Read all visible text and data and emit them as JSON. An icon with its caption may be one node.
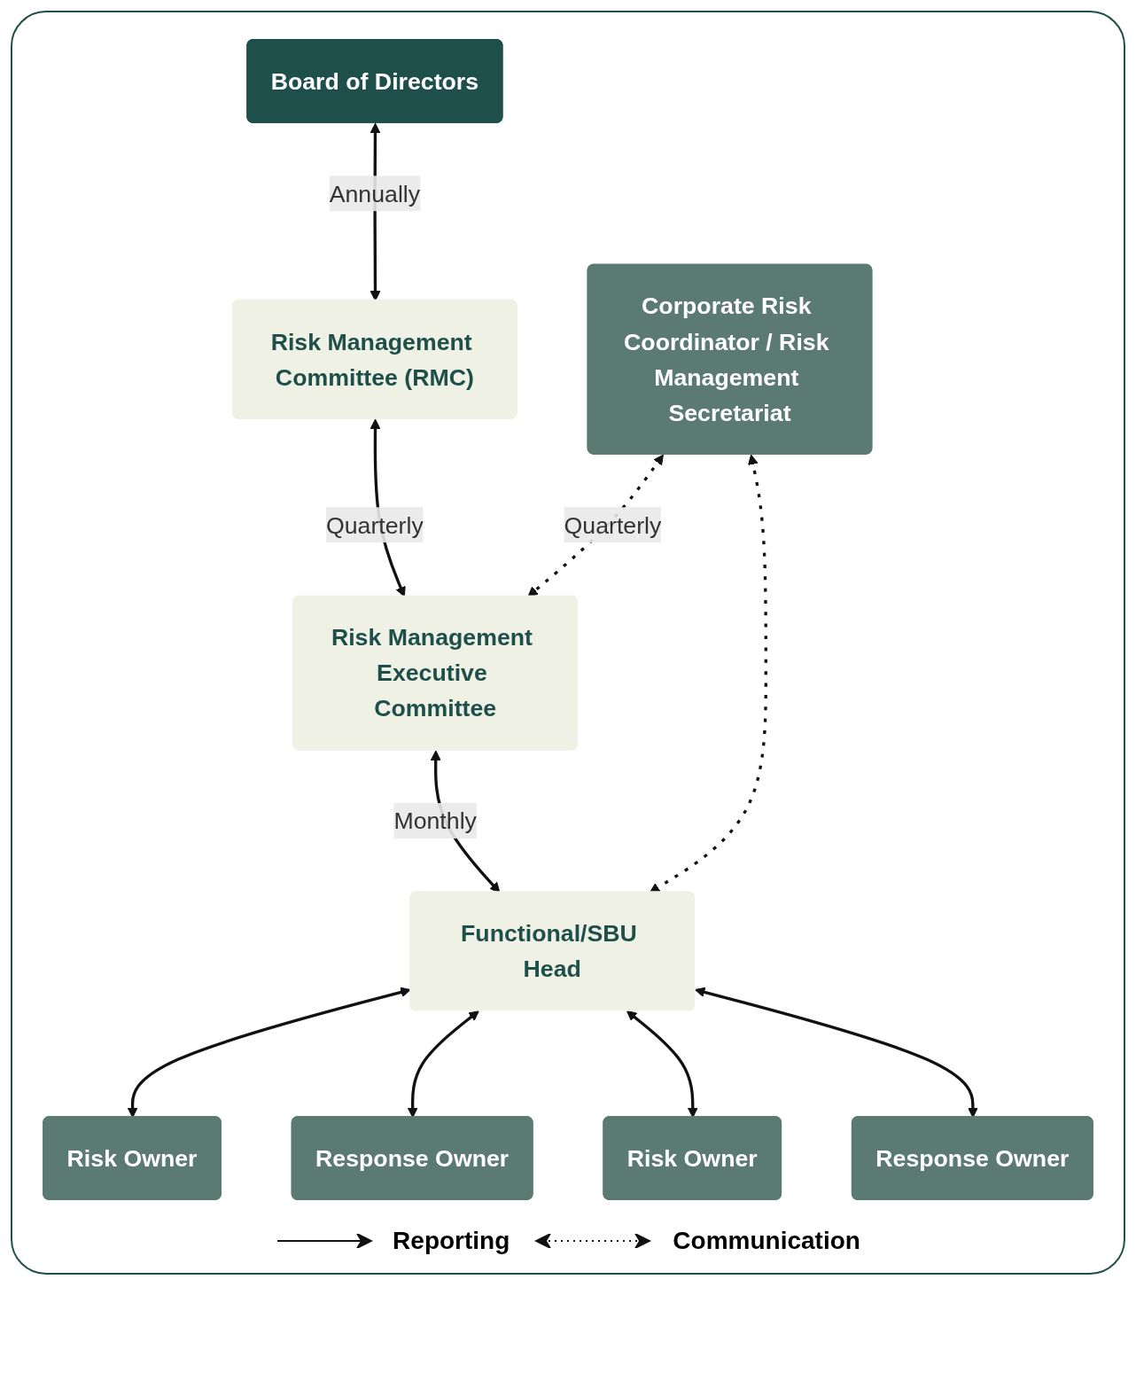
{
  "diagram": {
    "nodes": [
      {
        "text": [
          "Board of Directors"
        ]
      },
      {
        "text": [
          "Risk Management Committee (RMC)"
        ]
      },
      {
        "text": [
          "Corporate Risk Coordinator / Risk Management Secretariat"
        ]
      },
      {
        "text": [
          "Risk Management Executive Committee"
        ]
      },
      {
        "text": [
          "Functional/SBU Head"
        ]
      },
      {
        "text": [
          "Risk Owner"
        ]
      },
      {
        "text": [
          "Response Owner"
        ]
      },
      {
        "text": [
          "Risk Owner"
        ]
      },
      {
        "text": [
          "Response Owner"
        ]
      }
    ],
    "edges": [
      {
        "from": 0,
        "to": 1,
        "arrow": "both",
        "label": "Annually"
      },
      {
        "from": 1,
        "to": 3,
        "arrow": "both",
        "label": "Quarterly"
      },
      {
        "from": 2,
        "to": 3,
        "arrow": "both",
        "label": "Quarterly",
        "style": "dashed"
      },
      {
        "from": 3,
        "to": 4,
        "arrow": "both",
        "label": "Monthly"
      },
      {
        "from": 2,
        "to": 4,
        "arrow": "both",
        "style": "dashed"
      },
      {
        "from": 4,
        "to": 5,
        "arrow": "both"
      },
      {
        "from": 4,
        "to": 6,
        "arrow": "both"
      },
      {
        "from": 4,
        "to": 7,
        "arrow": "both"
      },
      {
        "from": 4,
        "to": 8,
        "arrow": "both"
      }
    ],
    "legend": [
      {
        "text": "Reporting"
      },
      {
        "text": "Communication"
      }
    ]
  }
}
